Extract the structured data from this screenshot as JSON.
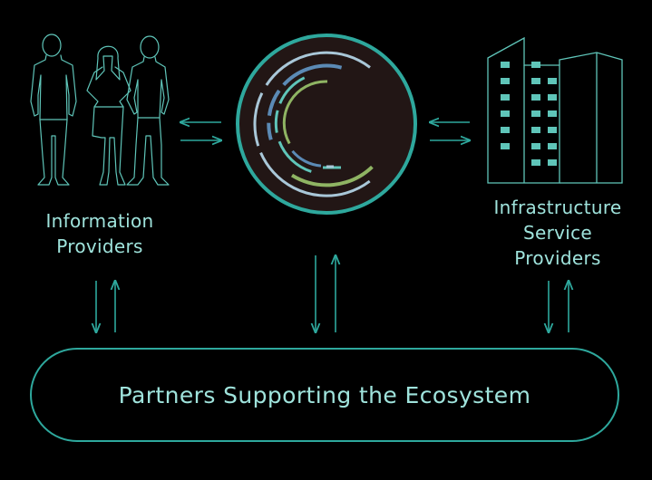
{
  "colors": {
    "background": "#000000",
    "accent_teal": "#2ea89d",
    "text": "#9fe3dc",
    "hub_fill": "#221615",
    "arc_green": "#8fb463",
    "arc_blue": "#5b8ab5",
    "arc_teal": "#5fc5b9",
    "arc_pale": "#a9c7d8"
  },
  "left_node": {
    "icon": "people-icon",
    "label_lines": [
      "Information",
      "Providers"
    ]
  },
  "right_node": {
    "icon": "buildings-icon",
    "label_lines": [
      "Infrastructure",
      "Service",
      "Providers"
    ]
  },
  "hub": {
    "icon": "circular-arcs-logo"
  },
  "bottom_node": {
    "label": "Partners Supporting the Ecosystem"
  },
  "connections": [
    {
      "from": "left_node",
      "to": "hub",
      "direction": "bidirectional"
    },
    {
      "from": "hub",
      "to": "right_node",
      "direction": "bidirectional"
    },
    {
      "from": "left_node",
      "to": "bottom_node",
      "direction": "bidirectional"
    },
    {
      "from": "hub",
      "to": "bottom_node",
      "direction": "bidirectional"
    },
    {
      "from": "right_node",
      "to": "bottom_node",
      "direction": "bidirectional"
    }
  ]
}
